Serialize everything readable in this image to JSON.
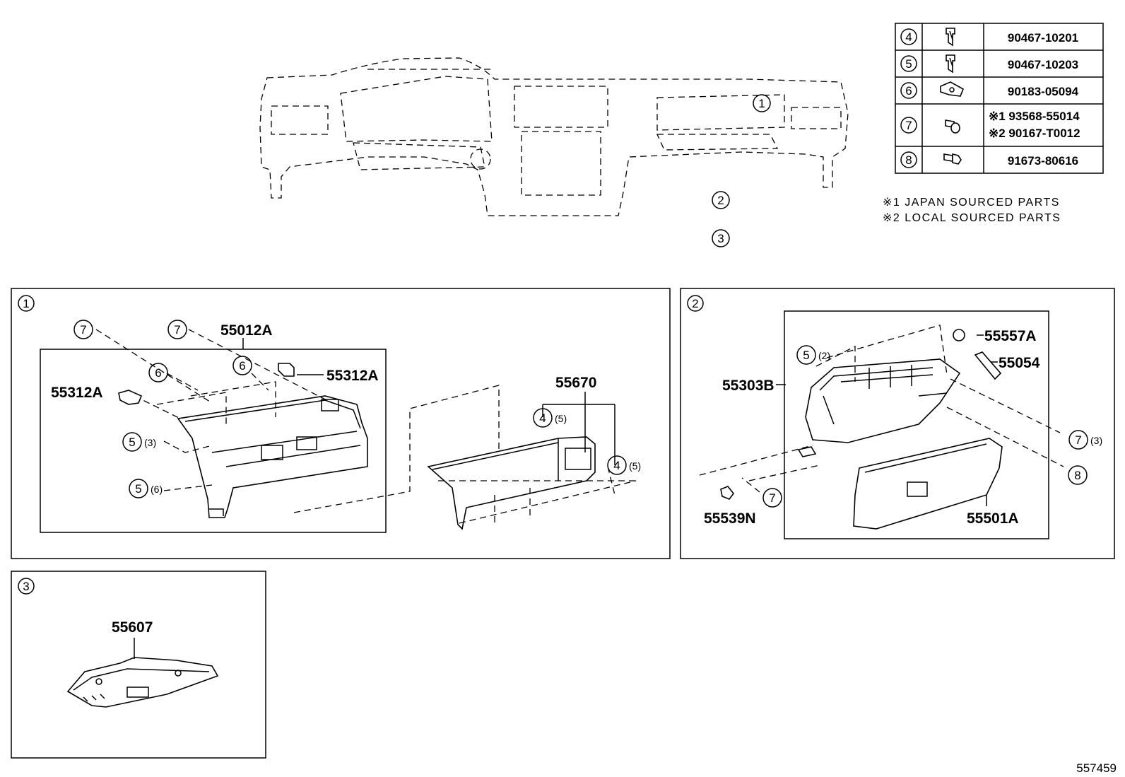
{
  "legend_table": {
    "rows": [
      {
        "ref": "4",
        "icon": "clip-icon",
        "part": "90467-10201"
      },
      {
        "ref": "5",
        "icon": "clip-icon",
        "part": "90467-10203"
      },
      {
        "ref": "6",
        "icon": "nut-icon",
        "part": "90183-05094"
      },
      {
        "ref": "7",
        "icon": "screw-icon",
        "part_line1": "※1 93568-55014",
        "part_line2": "※2 90167-T0012"
      },
      {
        "ref": "8",
        "icon": "bolt-icon",
        "part": "91673-80616"
      }
    ]
  },
  "notes": [
    "※1  JAPAN  SOURCED  PARTS",
    "※2  LOCAL  SOURCED  PARTS"
  ],
  "overview": {
    "callouts": [
      "1",
      "2",
      "3"
    ]
  },
  "section1": {
    "ref": "1",
    "labels": {
      "p55012a": "55012A",
      "p55312a_right": "55312A",
      "p55312a_left": "55312A",
      "p55670": "55670"
    },
    "callouts": {
      "c7a": "7",
      "c7b": "7",
      "c6a": "6",
      "c6b": "6",
      "c5a": "5",
      "c5b": "5",
      "c4a": "4",
      "c4b": "4"
    },
    "qty": {
      "q5a": "(3)",
      "q5b": "(6)",
      "q4a": "(5)",
      "q4b": "(5)"
    }
  },
  "section2": {
    "ref": "2",
    "labels": {
      "p55557a": "55557A",
      "p55054": "55054",
      "p55303b": "55303B",
      "p55539n": "55539N",
      "p55501a": "55501A"
    },
    "callouts": {
      "c5": "5",
      "c7a": "7",
      "c7b": "7",
      "c8": "8"
    },
    "qty": {
      "q5": "(2)",
      "q7": "(3)"
    }
  },
  "section3": {
    "ref": "3",
    "labels": {
      "p55607": "55607"
    }
  },
  "diagram_id": "557459"
}
